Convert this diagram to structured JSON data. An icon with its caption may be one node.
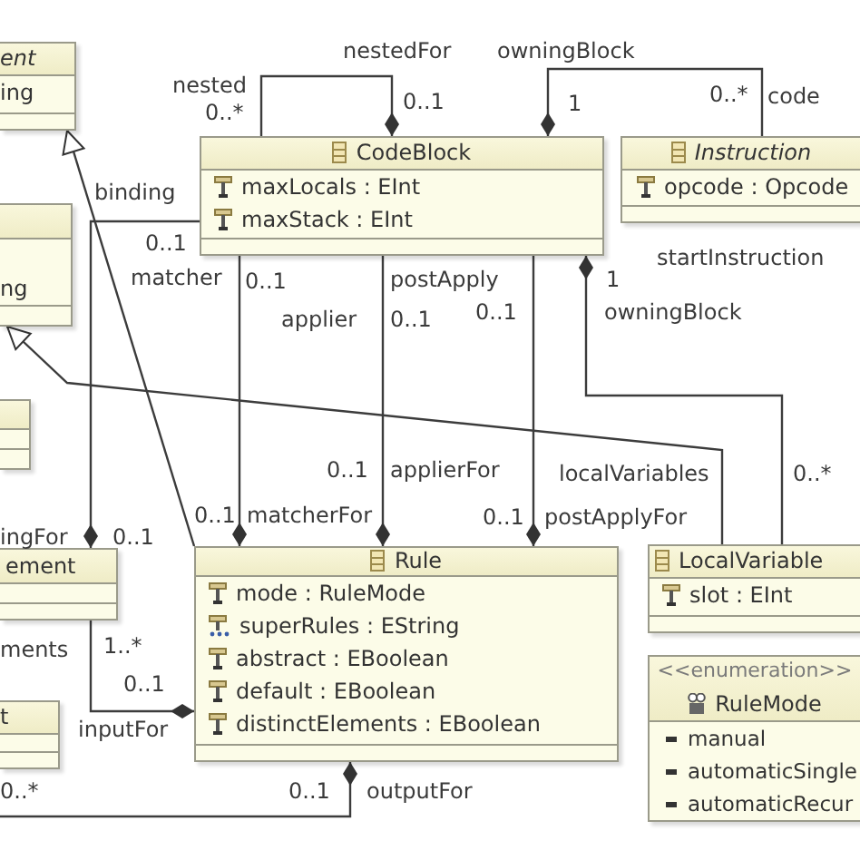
{
  "diagram": {
    "nodes": [
      {
        "text": [
          "ent",
          "ing"
        ]
      },
      {
        "text": [
          "CodeBlock",
          "maxLocals : EInt",
          "maxStack : EInt"
        ]
      },
      {
        "text": [
          "Instruction",
          "opcode : Opcode"
        ]
      },
      {
        "text": [
          "ng"
        ]
      },
      {
        "text": [],
        "shape": "box"
      },
      {
        "text": [
          "ement"
        ]
      },
      {
        "text": [
          "Rule",
          "mode : RuleMode",
          "superRules : EString",
          "abstract : EBoolean",
          "default : EBoolean",
          "distinctElements : EBoolean"
        ]
      },
      {
        "text": [
          "LocalVariable",
          "slot : EInt"
        ]
      },
      {
        "text": [
          "<<enumeration>>",
          "RuleMode",
          "manual",
          "automaticSingle",
          "automaticRecur"
        ]
      },
      {
        "text": [
          "t"
        ]
      }
    ],
    "edges": [
      {
        "from": 1,
        "to": 1,
        "arrow": "other"
      },
      {
        "from": 1,
        "to": 2,
        "arrow": "other"
      },
      {
        "from": 5,
        "to": 1,
        "arrow": "other"
      },
      {
        "from": 6,
        "to": 1,
        "arrow": "other"
      },
      {
        "from": 6,
        "to": 1,
        "arrow": "other"
      },
      {
        "from": 6,
        "to": 1,
        "arrow": "other"
      },
      {
        "from": 1,
        "to": 7,
        "arrow": "other"
      },
      {
        "from": 6,
        "to": 0,
        "arrow": "to"
      },
      {
        "from": 7,
        "to": 3,
        "arrow": "to"
      },
      {
        "from": 6,
        "to": 5,
        "arrow": "other"
      },
      {
        "from": 6,
        "to": null,
        "arrow": "other"
      }
    ],
    "labels": [
      "nestedFor",
      "owningBlock",
      "nested",
      "0..*",
      "0..1",
      "1",
      "0..*",
      "code",
      "binding",
      "0..1",
      "startInstruction",
      "matcher",
      "0..1",
      "postApply",
      "1",
      "applier",
      "0..1",
      "0..1",
      "owningBlock",
      "0..1",
      "applierFor",
      "localVariables",
      "0..*",
      "0..1",
      "matcherFor",
      "0..1",
      "postApplyFor",
      "ingFor",
      "0..1",
      "ments",
      "1..*",
      "0..1",
      "inputFor",
      "0..*",
      "0..1",
      "outputFor"
    ]
  }
}
